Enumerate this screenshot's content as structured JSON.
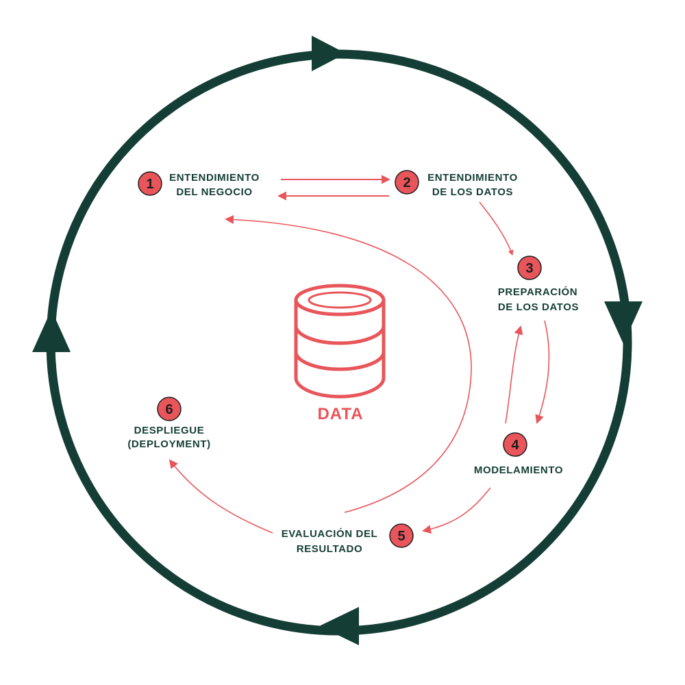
{
  "colors": {
    "dark": "#143e35",
    "accent": "#e8555a",
    "circle_text": "#1e1e1e"
  },
  "center": {
    "icon": "database-icon",
    "label": "DATA"
  },
  "steps": [
    {
      "number": "1",
      "line1": "ENTENDIMIENTO",
      "line2": "DEL NEGOCIO"
    },
    {
      "number": "2",
      "line1": "ENTENDIMIENTO",
      "line2": "DE LOS DATOS"
    },
    {
      "number": "3",
      "line1": "PREPARACIÓN",
      "line2": "DE LOS DATOS"
    },
    {
      "number": "4",
      "line1": "MODELAMIENTO",
      "line2": ""
    },
    {
      "number": "5",
      "line1": "EVALUACIÓN DEL",
      "line2": "RESULTADO"
    },
    {
      "number": "6",
      "line1": "DESPLIEGUE",
      "line2": "(DEPLOYMENT)"
    }
  ]
}
